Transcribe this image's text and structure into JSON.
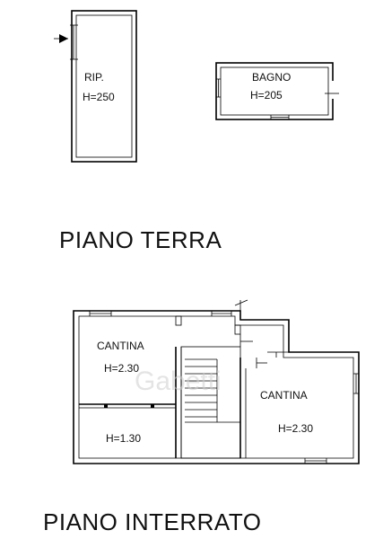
{
  "ground_floor": {
    "title": "PIANO TERRA",
    "storage_room": {
      "name": "RIP.",
      "height": "H=250"
    },
    "bathroom": {
      "name": "BAGNO",
      "height": "H=205"
    }
  },
  "basement": {
    "title": "PIANO INTERRATO",
    "cellar_left": {
      "name": "CANTINA",
      "height": "H=2.30"
    },
    "lower_left": {
      "height": "H=1.30"
    },
    "cellar_right": {
      "name": "CANTINA",
      "height": "H=2.30"
    }
  },
  "watermark": {
    "text": "Gabetti"
  }
}
